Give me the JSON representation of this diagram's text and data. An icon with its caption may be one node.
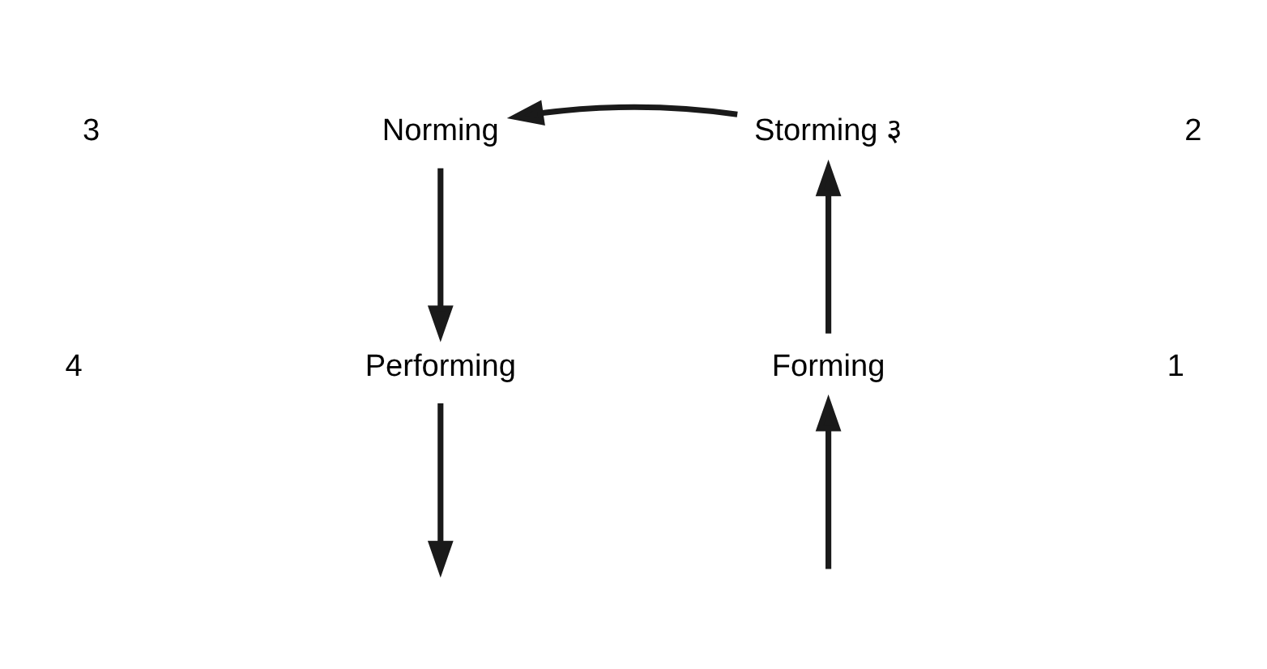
{
  "diagram": {
    "nodes": [
      {
        "text": [
          "Norming"
        ]
      },
      {
        "text": [
          "Storming ३"
        ]
      },
      {
        "text": [
          "Performing"
        ]
      },
      {
        "text": [
          "Forming"
        ]
      }
    ],
    "edges": [
      {
        "from": 1,
        "to": 0,
        "arrow": "to"
      },
      {
        "from": 0,
        "to": 2,
        "arrow": "to"
      },
      {
        "from": 3,
        "to": 1,
        "arrow": "to"
      },
      {
        "from": null,
        "to": 3,
        "arrow": "to"
      },
      {
        "from": 2,
        "to": null,
        "arrow": "to"
      }
    ],
    "labels": [
      "3",
      "2",
      "4",
      "1"
    ]
  }
}
